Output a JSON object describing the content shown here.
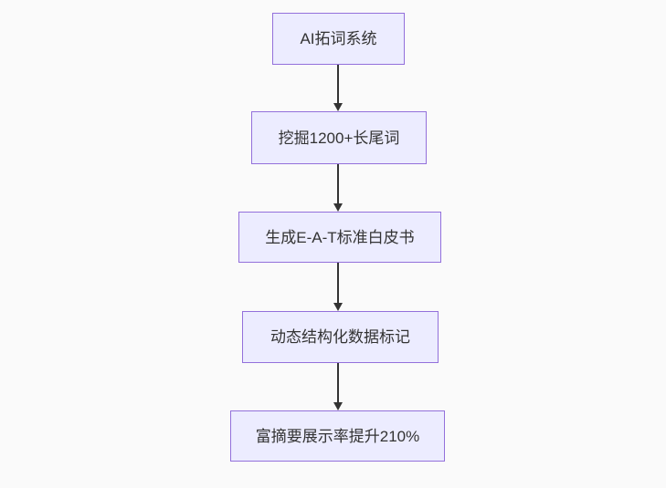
{
  "diagram": {
    "type": "flowchart",
    "direction": "top-down",
    "background_color": "#fafafa",
    "node_style": {
      "fill": "#ECECFF",
      "border_color": "#9370DB",
      "text_color": "#333333"
    },
    "edge_style": {
      "line_color": "#333333",
      "arrowhead": "filled-triangle"
    },
    "nodes": [
      {
        "id": "A",
        "label": "AI拓词系统"
      },
      {
        "id": "B",
        "label": "挖掘1200+长尾词"
      },
      {
        "id": "C",
        "label": "生成E-A-T标准白皮书"
      },
      {
        "id": "D",
        "label": "动态结构化数据标记"
      },
      {
        "id": "E",
        "label": "富摘要展示率提升210%"
      }
    ],
    "edges": [
      {
        "from": "A",
        "to": "B"
      },
      {
        "from": "B",
        "to": "C"
      },
      {
        "from": "C",
        "to": "D"
      },
      {
        "from": "D",
        "to": "E"
      }
    ]
  }
}
